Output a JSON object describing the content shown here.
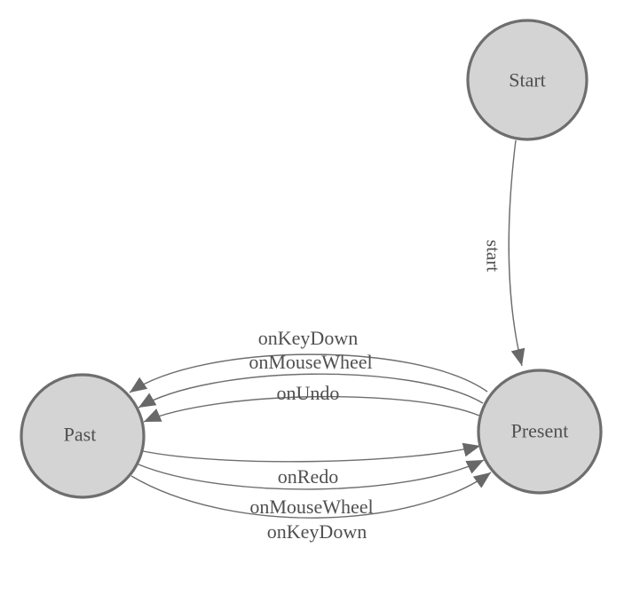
{
  "diagram": {
    "kind": "state-machine-diagram",
    "colors": {
      "node_fill": "#d4d4d4",
      "node_border": "#6e6e6e",
      "edge_line": "#6e6e6e",
      "arrow_fill": "#686868",
      "label_text": "#4f4f4f",
      "background": "#ffffff"
    },
    "nodes": [
      {
        "id": "start",
        "label": "Start"
      },
      {
        "id": "present",
        "label": "Present"
      },
      {
        "id": "past",
        "label": "Past"
      }
    ],
    "edges": [
      {
        "from": "Start",
        "to": "Present",
        "label": "start"
      },
      {
        "from": "Present",
        "to": "Past",
        "label": "onKeyDown"
      },
      {
        "from": "Present",
        "to": "Past",
        "label": "onMouseWheel"
      },
      {
        "from": "Present",
        "to": "Past",
        "label": "onUndo"
      },
      {
        "from": "Past",
        "to": "Present",
        "label": "onRedo"
      },
      {
        "from": "Past",
        "to": "Present",
        "label": "onMouseWheel"
      },
      {
        "from": "Past",
        "to": "Present",
        "label": "onKeyDown"
      }
    ]
  }
}
